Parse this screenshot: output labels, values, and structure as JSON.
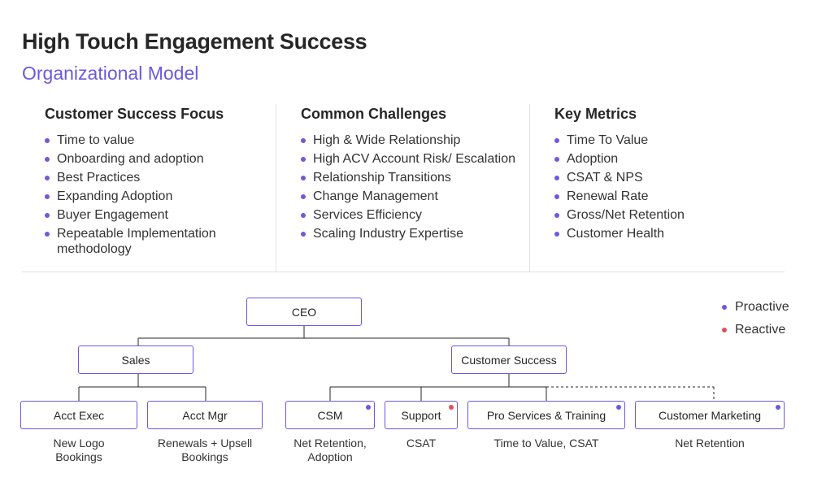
{
  "header": {
    "title": "High Touch Engagement Success",
    "subtitle": "Organizational Model"
  },
  "columns": [
    {
      "heading": "Customer Success Focus",
      "items": [
        "Time to value",
        "Onboarding and adoption",
        "Best Practices",
        "Expanding Adoption",
        "Buyer Engagement",
        "Repeatable Implementation methodology"
      ]
    },
    {
      "heading": "Common Challenges",
      "items": [
        "High & Wide Relationship",
        "High ACV Account Risk/ Escalation",
        "Relationship Transitions",
        "Change Management",
        "Services Efficiency",
        "Scaling Industry Expertise"
      ]
    },
    {
      "heading": "Key Metrics",
      "items": [
        "Time To Value",
        "Adoption",
        "CSAT & NPS",
        "Renewal Rate",
        "Gross/Net Retention",
        "Customer Health"
      ]
    }
  ],
  "legend": {
    "proactive": "Proactive",
    "reactive": "Reactive",
    "proactive_color": "#6a5ae0",
    "reactive_color": "#e0525c"
  },
  "org": {
    "ceo": "CEO",
    "sales": "Sales",
    "customer_success": "Customer Success",
    "acct_exec": {
      "label": "Acct Exec",
      "metric": "New Logo Bookings"
    },
    "acct_mgr": {
      "label": "Acct Mgr",
      "metric": "Renewals + Upsell Bookings"
    },
    "csm": {
      "label": "CSM",
      "metric": "Net Retention, Adoption",
      "status": "proactive"
    },
    "support": {
      "label": "Support",
      "metric": "CSAT",
      "status": "reactive"
    },
    "pro_services": {
      "label": "Pro Services & Training",
      "metric": "Time to Value, CSAT",
      "status": "proactive"
    },
    "customer_marketing": {
      "label": "Customer Marketing",
      "metric": "Net Retention",
      "status": "proactive"
    }
  }
}
